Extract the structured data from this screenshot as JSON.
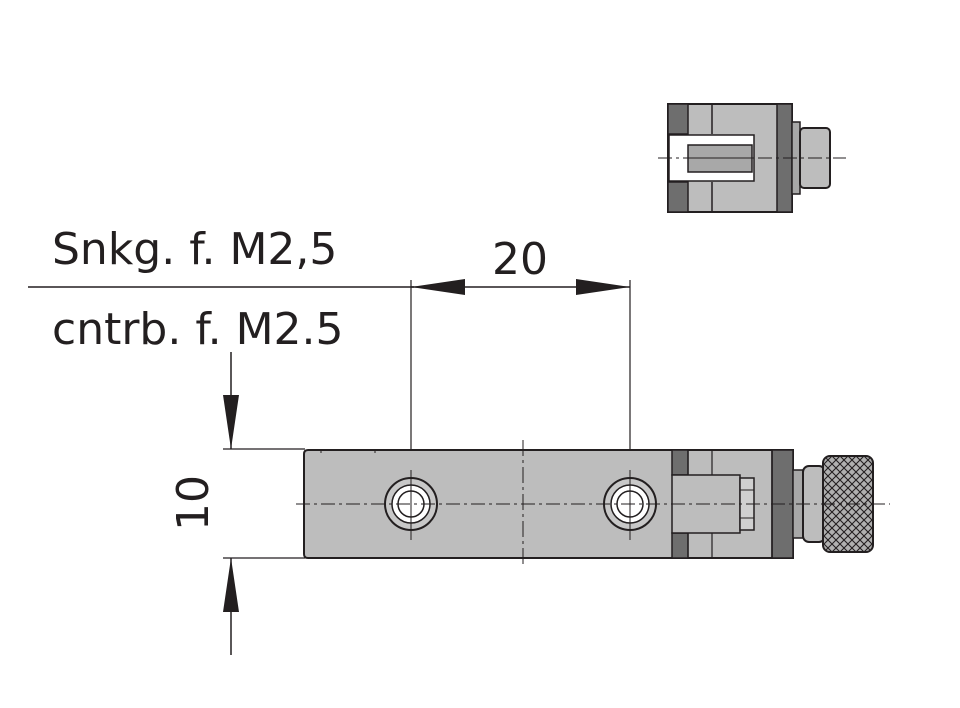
{
  "labels": {
    "countersink_de": "Snkg. f. M2,5",
    "countersink_en": "cntrb. f. M2.5",
    "hole_spacing": "20",
    "height": "10"
  },
  "colors": {
    "line": "#231f20",
    "body_fill": "#bdbdbd",
    "shade_dark": "#6e6e6e",
    "background": "#ffffff"
  }
}
